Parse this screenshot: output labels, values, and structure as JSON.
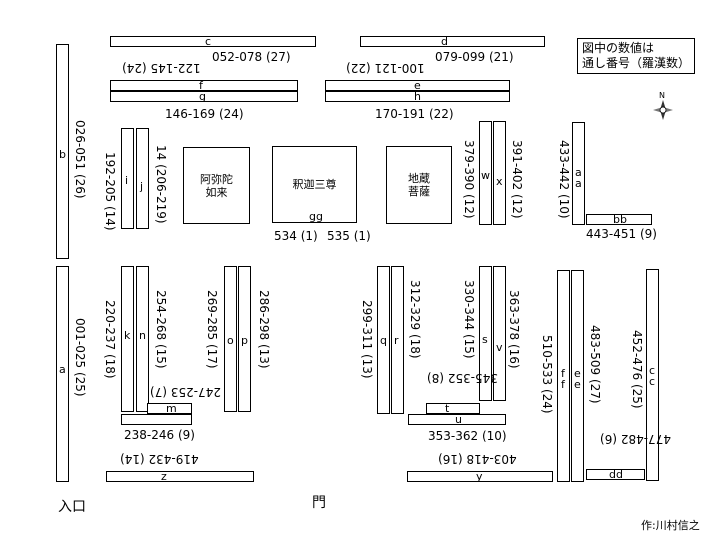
{
  "legend": {
    "line1": "図中の数値は",
    "line2": "通し番号（羅漢数）"
  },
  "buddhas": {
    "amida": "阿弥陀\n如来",
    "shaka": "釈迦三尊",
    "jizo": "地蔵\n菩薩"
  },
  "labels": {
    "a": "a",
    "b": "b",
    "c": "c",
    "d": "d",
    "e": "e",
    "f": "f",
    "g": "g",
    "h": "h",
    "i": "i",
    "j": "j",
    "k": "k",
    "n": "n",
    "o": "o",
    "p": "p",
    "q": "q",
    "r": "r",
    "s": "s",
    "v": "v",
    "w": "w",
    "x": "x",
    "t": "t",
    "u": "u",
    "m": "m",
    "y": "y",
    "z": "z",
    "bb": "bb",
    "dd": "dd",
    "gg": "gg",
    "aa": "a\na",
    "cc": "c\nc",
    "ee": "e\ne",
    "ff": "f\nf"
  },
  "ranges": {
    "c": "052-078 (27)",
    "d": "079-099 (21)",
    "c_top": "122-145 (24)",
    "d_top": "100-121 (22)",
    "g": "146-169 (24)",
    "h": "170-191 (22)",
    "a": "001-025 (25)",
    "b": "026-051 (26)",
    "i": "192-205 (14)",
    "j": "14 (206-219)",
    "k": "220-237 (18)",
    "n": "254-268 (15)",
    "m_top": "247-253 (7)",
    "m": "238-246 (9)",
    "o": "269-285 (17)",
    "p": "286-298 (13)",
    "q": "299-311 (13)",
    "r": "312-329 (18)",
    "s": "330-344 (15)",
    "v": "363-378 (16)",
    "t": "345-352 (8)",
    "u": "353-362 (10)",
    "w": "379-390 (12)",
    "x": "391-402 (12)",
    "y": "403-418 (16)",
    "z": "419-432 (14)",
    "aa": "433-442 (10)",
    "bb": "443-451 (9)",
    "cc": "452-476 (25)",
    "dd": "477-482 (6)",
    "ee": "483-509 (27)",
    "ff": "510-533 (24)",
    "gg1": "534 (1)",
    "gg2": "535 (1)"
  },
  "entrance": "入口",
  "gate": "門",
  "author": "作:川村信之"
}
